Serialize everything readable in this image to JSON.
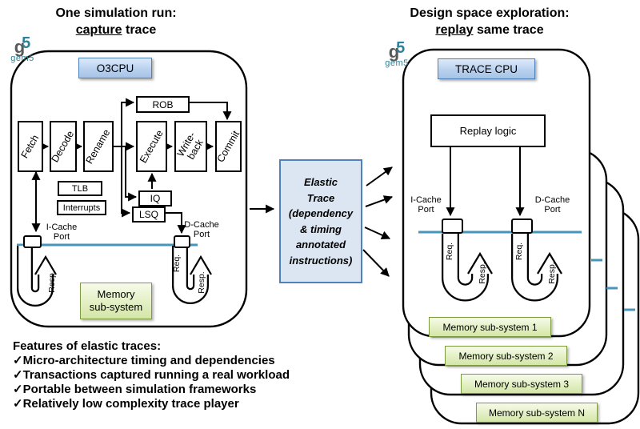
{
  "left_panel": {
    "title_line1": "One simulation run:",
    "title_underlined": "capture",
    "title_rest": " trace",
    "cpu_label": "O3CPU",
    "stages": {
      "fetch": "Fetch",
      "decode": "Decode",
      "rename": "Rename",
      "execute": "Execute",
      "writeback": "Write-\nback",
      "commit": "Commit"
    },
    "rob": "ROB",
    "tlb": "TLB",
    "interrupts": "Interrupts",
    "iq": "IQ",
    "lsq": "LSQ",
    "icache_port": "I-Cache\nPort",
    "dcache_port": "D-Cache\nPort",
    "req": "Req.",
    "resp": "Resp.",
    "memory": "Memory\nsub-system"
  },
  "middle": {
    "trace_box": "Elastic\nTrace\n(dependency\n& timing\nannotated\ninstructions)"
  },
  "right_panel": {
    "title_line1": "Design space exploration:",
    "title_underlined": "replay",
    "title_rest": " same trace",
    "cpu_label": "TRACE CPU",
    "replay_logic": "Replay logic",
    "icache_port": "I-Cache\nPort",
    "dcache_port": "D-Cache\nPort",
    "req": "Req.",
    "resp": "Resp.",
    "memory_systems": [
      "Memory sub-system 1",
      "Memory sub-system 2",
      "Memory sub-system 3",
      "Memory sub-system N"
    ]
  },
  "branding": {
    "logo_g": "g",
    "logo_5": "5",
    "logo_word": "gem5"
  },
  "features": {
    "heading": "Features of elastic traces:",
    "items": [
      "✓Micro-architecture timing and dependencies",
      "✓Transactions captured running a real workload",
      "✓Portable between simulation frameworks",
      "✓Relatively low complexity trace player"
    ]
  },
  "colors": {
    "teal_bus": "#4695ba",
    "blue_box_border": "#4f81bd",
    "green_box_border": "#7e9b3f",
    "trace_box_fill": "#dce6f2",
    "logo_teal": "#2e8196",
    "logo_gray": "#595959"
  }
}
